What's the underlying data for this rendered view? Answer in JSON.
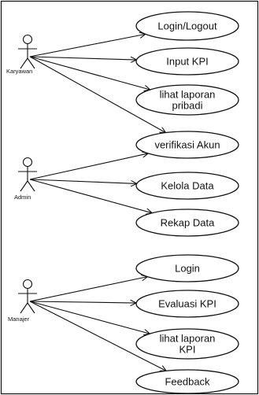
{
  "actors": [
    {
      "id": "karyawan",
      "label": "Karyawan"
    },
    {
      "id": "admin",
      "label": "Admin"
    },
    {
      "id": "manajer",
      "label": "Manajer"
    }
  ],
  "use_cases": [
    {
      "id": "login-logout",
      "lines": [
        "Login/Logout"
      ]
    },
    {
      "id": "input-kpi",
      "lines": [
        "Input KPI"
      ]
    },
    {
      "id": "lihat-laporan-pribadi",
      "lines": [
        "lihat laporan",
        "pribadi"
      ]
    },
    {
      "id": "verifikasi-akun",
      "lines": [
        "verifikasi Akun"
      ]
    },
    {
      "id": "kelola-data",
      "lines": [
        "Kelola Data"
      ]
    },
    {
      "id": "rekap-data",
      "lines": [
        "Rekap Data"
      ]
    },
    {
      "id": "login",
      "lines": [
        "Login"
      ]
    },
    {
      "id": "evaluasi-kpi",
      "lines": [
        "Evaluasi KPI"
      ]
    },
    {
      "id": "lihat-laporan-kpi",
      "lines": [
        "lihat laporan",
        "KPI"
      ]
    },
    {
      "id": "feedback",
      "lines": [
        "Feedback"
      ]
    }
  ],
  "associations": [
    {
      "from": "karyawan",
      "to": "login-logout"
    },
    {
      "from": "karyawan",
      "to": "input-kpi"
    },
    {
      "from": "karyawan",
      "to": "lihat-laporan-pribadi"
    },
    {
      "from": "karyawan",
      "to": "verifikasi-akun"
    },
    {
      "from": "admin",
      "to": "verifikasi-akun"
    },
    {
      "from": "admin",
      "to": "kelola-data"
    },
    {
      "from": "admin",
      "to": "rekap-data"
    },
    {
      "from": "manajer",
      "to": "login"
    },
    {
      "from": "manajer",
      "to": "evaluasi-kpi"
    },
    {
      "from": "manajer",
      "to": "lihat-laporan-kpi"
    },
    {
      "from": "manajer",
      "to": "feedback"
    }
  ],
  "colors": {
    "line": "#111111",
    "fill": "#ffffff",
    "background": "#ffffff"
  }
}
